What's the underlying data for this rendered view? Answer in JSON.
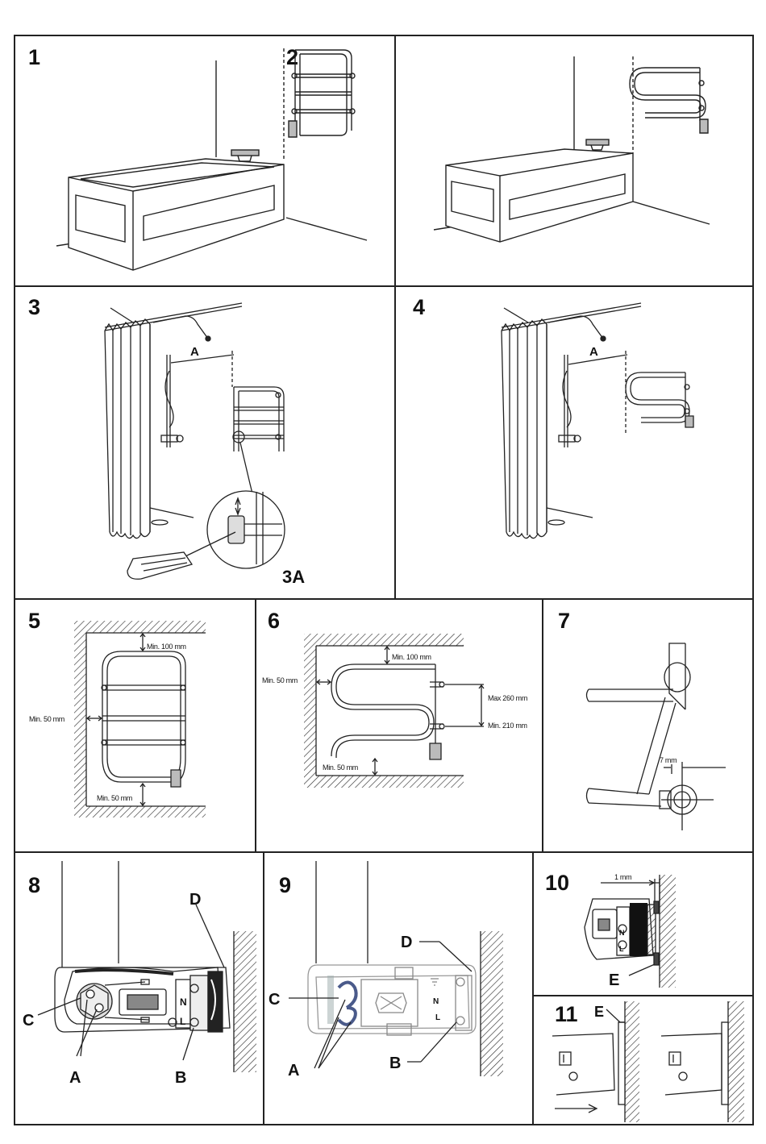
{
  "figure_numbers": {
    "p1": "1",
    "p2": "2",
    "p3": "3",
    "p3a": "3A",
    "p4": "4",
    "p5": "5",
    "p6": "6",
    "p7": "7",
    "p8": "8",
    "p9": "9",
    "p10": "10",
    "p11": "11"
  },
  "panel3": {
    "dim_a": "A"
  },
  "panel4": {
    "dim_a": "A"
  },
  "panel5": {
    "min_top": "Min. 100 mm",
    "min_left": "Min. 50 mm",
    "min_bottom": "Min. 50 mm"
  },
  "panel6": {
    "min_top": "Min. 100 mm",
    "min_left": "Min. 50 mm",
    "min_bottom": "Min. 50 mm",
    "max_spacing": "Max 260 mm",
    "min_spacing": "Min. 210 mm"
  },
  "panel7": {
    "offset": "7 mm"
  },
  "panel8": {
    "a": "A",
    "b": "B",
    "c": "C",
    "d": "D",
    "n": "N",
    "l": "L"
  },
  "panel9": {
    "a": "A",
    "b": "B",
    "c": "C",
    "d": "D",
    "n": "N",
    "l": "L"
  },
  "panel10": {
    "gap": "1 mm",
    "e": "E",
    "n": "N",
    "l": "L"
  },
  "panel11": {
    "e": "E"
  },
  "colors": {
    "line": "#222222",
    "hatch": "#444444",
    "connector_blue": "#4a5a8a"
  }
}
